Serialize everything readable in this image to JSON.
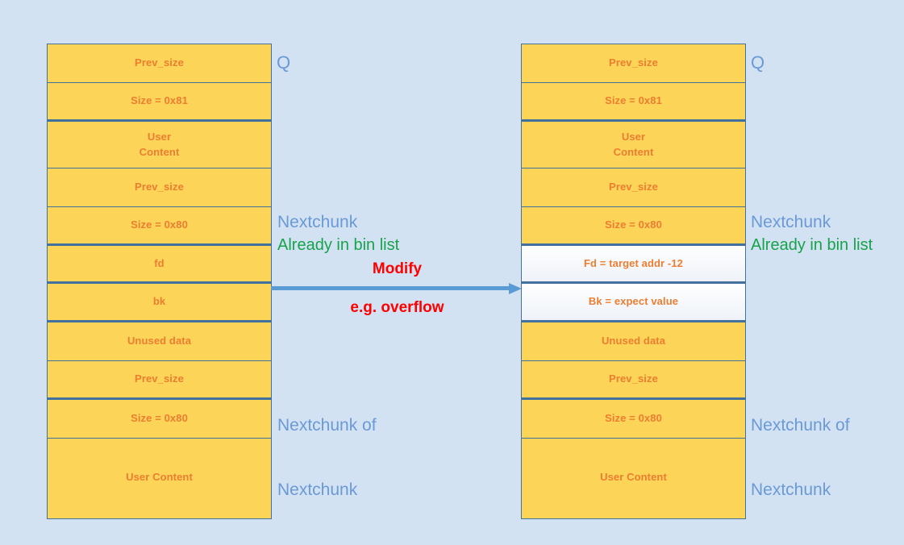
{
  "diagram": {
    "title": "Heap unlink exploitation: before and after overflow",
    "background_color": "#d3e2f3",
    "chunk_fill_color": "#fcd458",
    "chunk_border_color": "#41719c",
    "chunk_text_color": "#ed7d31",
    "annotation_blue": "#6a9ad6",
    "annotation_green": "#16a34a",
    "annotation_red": "#ff0000",
    "arrow_color": "#5b9bd5"
  },
  "left_chunk": {
    "marker": "Q",
    "rows": [
      {
        "id": "prev-size-1",
        "label": "Prev_size"
      },
      {
        "id": "size-0x81",
        "label": "Size = 0x81"
      },
      {
        "id": "user-content-1",
        "line1": "User",
        "line2": "Content"
      },
      {
        "id": "prev-size-2",
        "label": "Prev_size"
      },
      {
        "id": "size-0x80-a",
        "label": "Size = 0x80"
      },
      {
        "id": "fd",
        "label": "fd"
      },
      {
        "id": "bk",
        "label": "bk"
      },
      {
        "id": "unused-data",
        "label": "Unused data"
      },
      {
        "id": "prev-size-3",
        "label": "Prev_size"
      },
      {
        "id": "size-0x80-b",
        "label": "Size = 0x80"
      },
      {
        "id": "user-content-2",
        "label": "User Content"
      }
    ],
    "annotations": {
      "nextchunk": "Nextchunk",
      "bin_list": "Already in bin list",
      "nextchunk_of_nextchunk_line1": "Nextchunk of",
      "nextchunk_of_nextchunk_line2": "Nextchunk"
    }
  },
  "right_chunk": {
    "marker": "Q",
    "rows": [
      {
        "id": "prev-size-1",
        "label": "Prev_size"
      },
      {
        "id": "size-0x81",
        "label": "Size = 0x81"
      },
      {
        "id": "user-content-1",
        "line1": "User",
        "line2": "Content"
      },
      {
        "id": "prev-size-2",
        "label": "Prev_size"
      },
      {
        "id": "size-0x80-a",
        "label": "Size = 0x80"
      },
      {
        "id": "fd",
        "label": "Fd = target addr -12",
        "highlighted": true
      },
      {
        "id": "bk",
        "label": "Bk = expect value",
        "highlighted": true
      },
      {
        "id": "unused-data",
        "label": "Unused data"
      },
      {
        "id": "prev-size-3",
        "label": "Prev_size"
      },
      {
        "id": "size-0x80-b",
        "label": "Size = 0x80"
      },
      {
        "id": "user-content-2",
        "label": "User Content"
      }
    ],
    "annotations": {
      "nextchunk": "Nextchunk",
      "bin_list": "Already in bin list",
      "nextchunk_of_nextchunk_line1": "Nextchunk of",
      "nextchunk_of_nextchunk_line2": "Nextchunk"
    }
  },
  "transition": {
    "action_label": "Modify",
    "method_label": "e.g. overflow",
    "arrow_direction": "left-to-right"
  }
}
